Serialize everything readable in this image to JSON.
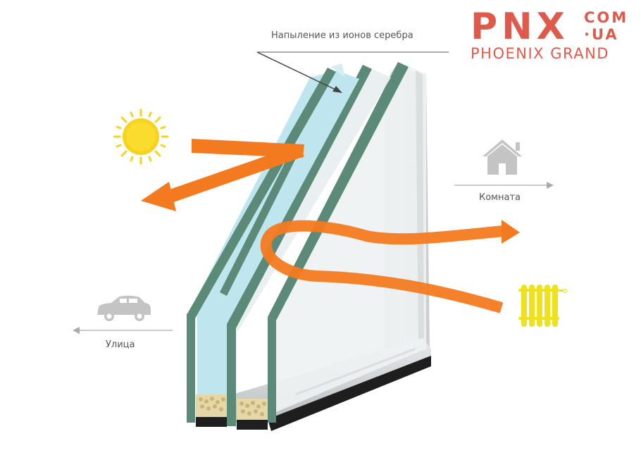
{
  "logo": {
    "brand": "PNX",
    "domain_top": "COM",
    "domain_bottom": "·UA",
    "subtitle": "PHOENIX GRAND",
    "color": "#e05a4c"
  },
  "labels": {
    "coating": "Напыление из ионов серебра",
    "room": "Комната",
    "street": "Улица"
  },
  "icons": {
    "sun": "sun-icon",
    "house": "house-icon",
    "car": "car-icon",
    "radiator": "radiator-icon"
  },
  "colors": {
    "arrow_orange": "#f47a20",
    "glass_edge": "#5b8b78",
    "glass_blue": "#bfe6ee",
    "glass_clear": "#e9eef0",
    "sun_yellow": "#f8d21c",
    "radiator_yellow": "#f0e21a",
    "icon_gray": "#c4c4c4",
    "spacer_dark": "#222222"
  }
}
